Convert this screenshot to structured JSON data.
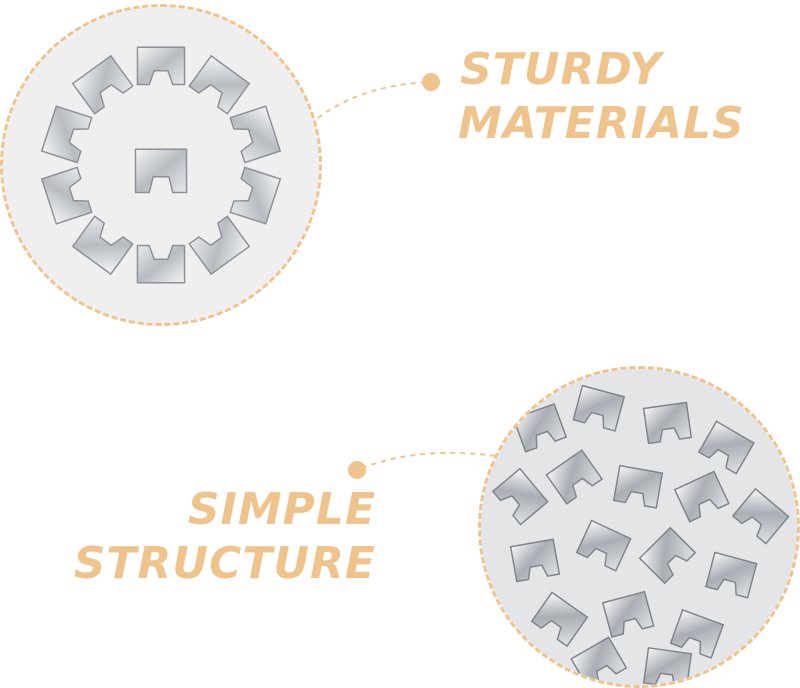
{
  "features": [
    {
      "line1": "STURDY",
      "line2": "MATERIALS"
    },
    {
      "line1": "SIMPLE",
      "line2": "STRUCTURE"
    }
  ],
  "colors": {
    "accent": "#efc48c",
    "metal": "#c9ccd0",
    "background": "#ffffff"
  },
  "icons": [
    "metal-clips-ring-photo",
    "metal-clips-pile-photo"
  ]
}
